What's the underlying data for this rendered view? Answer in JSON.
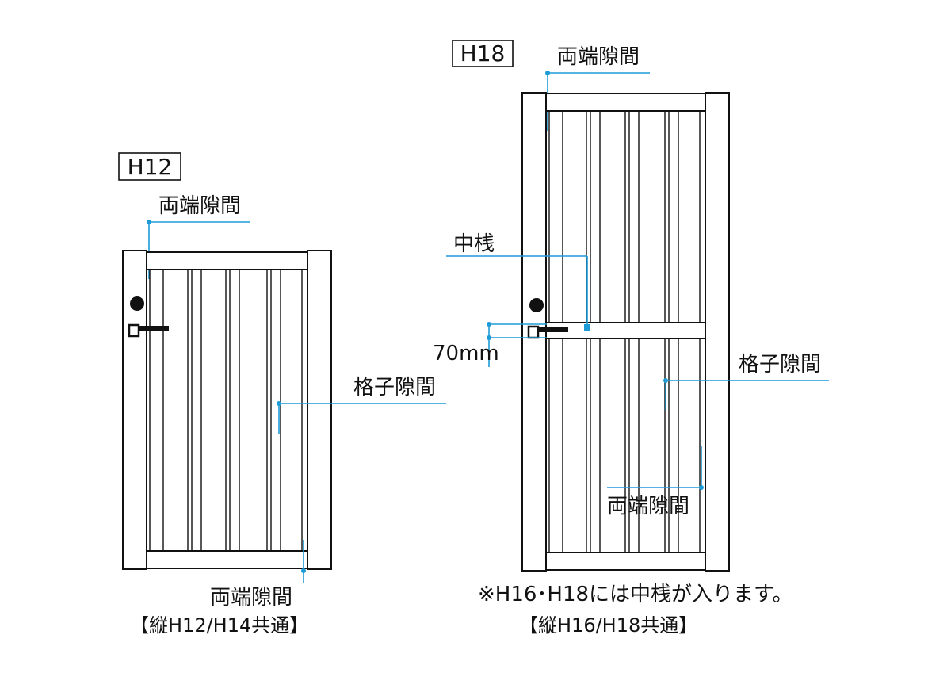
{
  "left": {
    "badge": "H12",
    "top_gap_label": "両端隙間",
    "lattice_gap_label": "格子隙間",
    "bottom_gap_label": "両端隙間",
    "caption": "【縦H12/H14共通】"
  },
  "right": {
    "badge": "H18",
    "top_gap_label": "両端隙間",
    "mid_rail_label": "中桟",
    "mid_rail_dim_label": "70mm",
    "lattice_gap_label": "格子隙間",
    "bottom_gap_label": "両端隙間",
    "note": "※H16･H18には中桟が入ります。",
    "caption": "【縦H16/H18共通】"
  },
  "colors": {
    "leader": "#1d9bd7",
    "line": "#111111",
    "background": "#ffffff"
  }
}
